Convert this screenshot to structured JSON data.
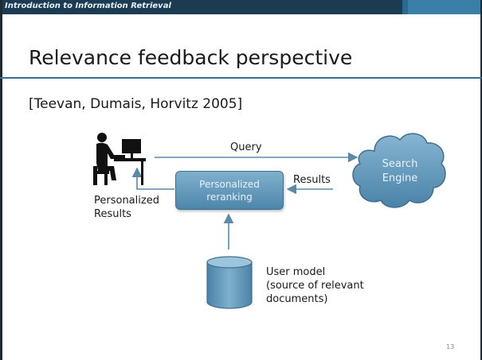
{
  "header": {
    "course_title": "Introduction to Information Retrieval"
  },
  "slide": {
    "title": "Relevance feedback perspective",
    "citation": "[Teevan, Dumais, Horvitz 2005]",
    "page_number": "13"
  },
  "diagram": {
    "query_label": "Query",
    "results_label": "Results",
    "personalized_results_lines": [
      "Personalized",
      "Results"
    ],
    "reranking_box_lines": [
      "Personalized",
      "reranking"
    ],
    "search_engine_lines": [
      "Search",
      "Engine"
    ],
    "user_model_lines": [
      "User model",
      "(source of relevant",
      "documents)"
    ]
  },
  "colors": {
    "header_bar": "#1a3b52",
    "header_accent": "#3a7fa8",
    "rule": "#3a6f94",
    "box_fill": "#6a9fc2",
    "arrow": "#5a8aaa"
  },
  "icons": [
    "person-at-computer-icon",
    "cloud-icon",
    "database-cylinder-icon"
  ]
}
